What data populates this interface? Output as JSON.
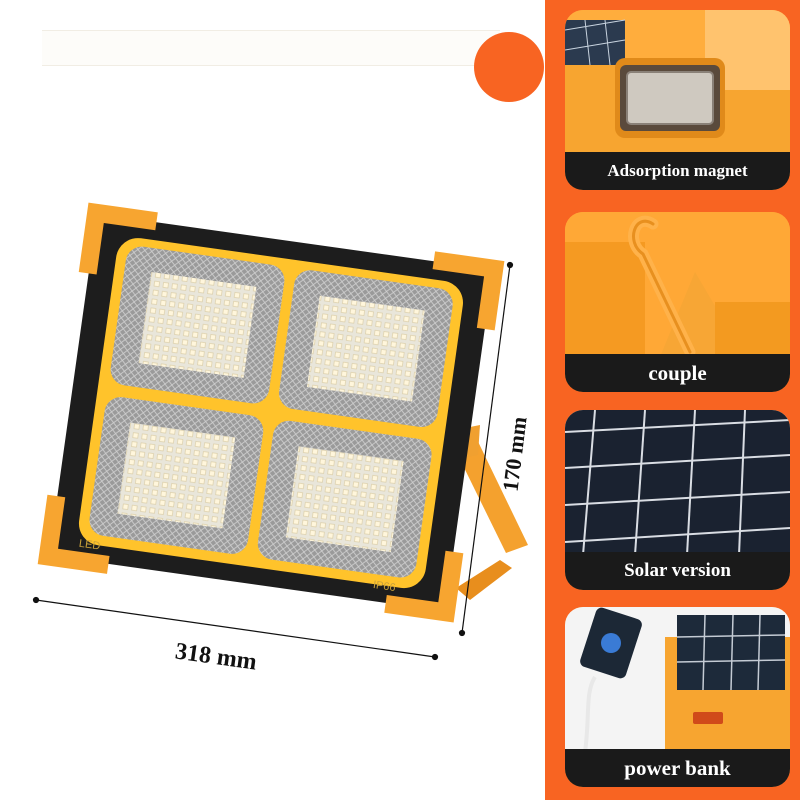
{
  "colors": {
    "accent": "#f86422",
    "product_orange": "#f7a530",
    "caption_bg": "#1a1a1a"
  },
  "product": {
    "height_dimension": "170 mm",
    "width_dimension": "318 mm",
    "badge_led": "LED",
    "badge_ip": "IP66"
  },
  "features": [
    {
      "caption": "Adsorption magnet",
      "icon": "magnet-icon"
    },
    {
      "caption": "couple",
      "icon": "hook-icon"
    },
    {
      "caption": "Solar version",
      "icon": "solar-panel-icon"
    },
    {
      "caption": "power bank",
      "icon": "phone-charging-icon"
    }
  ]
}
